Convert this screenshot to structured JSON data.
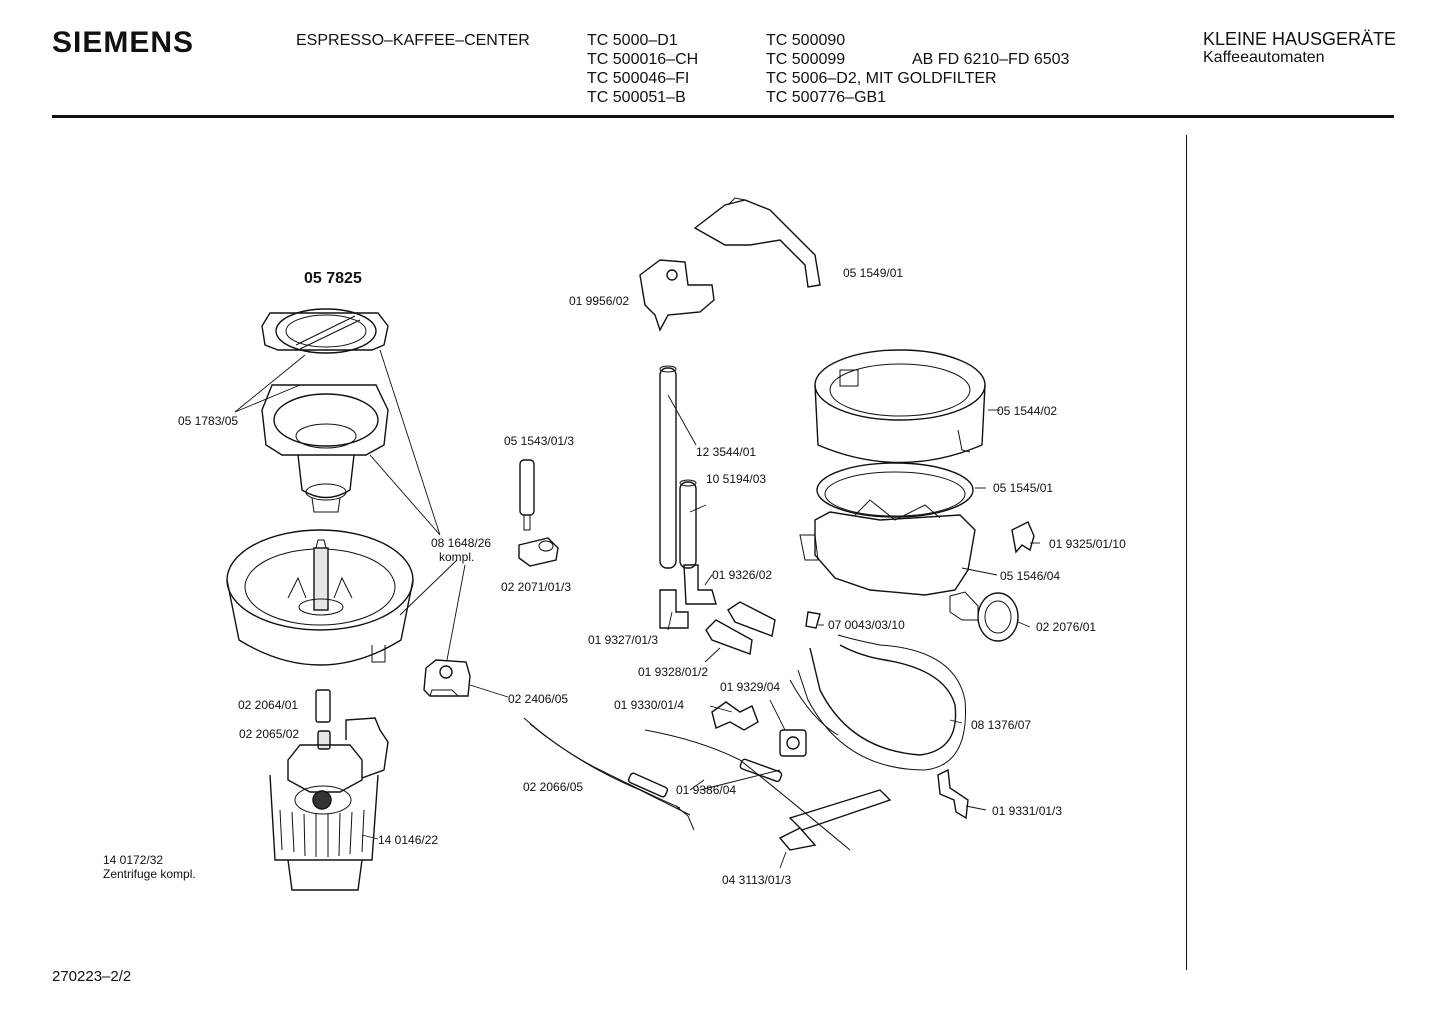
{
  "header": {
    "brand": "SIEMENS",
    "product": "ESPRESSO–KAFFEE–CENTER",
    "models_col1": [
      "TC 5000–D1",
      "TC 500016–CH",
      "TC 500046–FI",
      "TC 500051–B"
    ],
    "models_col2": [
      "TC 500090",
      "TC 500099",
      "TC 5006–D2, MIT GOLDFILTER",
      "TC 500776–GB1"
    ],
    "models_col3": [
      "AB FD 6210–FD 6503"
    ],
    "category": "KLEINE HAUSGERÄTE",
    "subcategory": "Kaffeeautomaten"
  },
  "assembly_label": "05 7825",
  "parts": {
    "p051783": "05 1783/05",
    "p081648": "08 1648/26",
    "p081648b": "kompl.",
    "p022064": "02 2064/01",
    "p022065": "02 2065/02",
    "p140172": "14 0172/32",
    "p140172b": "Zentrifuge kompl.",
    "p140146": "14 0146/22",
    "p022406": "02 2406/05",
    "p051543": "05 1543/01/3",
    "p022071": "02 2071/01/3",
    "p019956": "01 9956/02",
    "p051549": "05 1549/01",
    "p123544": "12 3544/01",
    "p105194": "10 5194/03",
    "p019326": "01 9326/02",
    "p019327": "01 9327/01/3",
    "p019328": "01 9328/01/2",
    "p019329": "01 9329/04",
    "p019330": "01 9330/01/4",
    "p022066": "02 2066/05",
    "p019386": "01 9386/04",
    "p043113": "04 3113/01/3",
    "p051544": "05 1544/02",
    "p051545": "05 1545/01",
    "p019325": "01 9325/01/10",
    "p051546": "05 1546/04",
    "p070043": "07 0043/03/10",
    "p022076": "02 2076/01",
    "p081376": "08 1376/07",
    "p019331": "01 9331/01/3"
  },
  "footer": "270223–2/2"
}
